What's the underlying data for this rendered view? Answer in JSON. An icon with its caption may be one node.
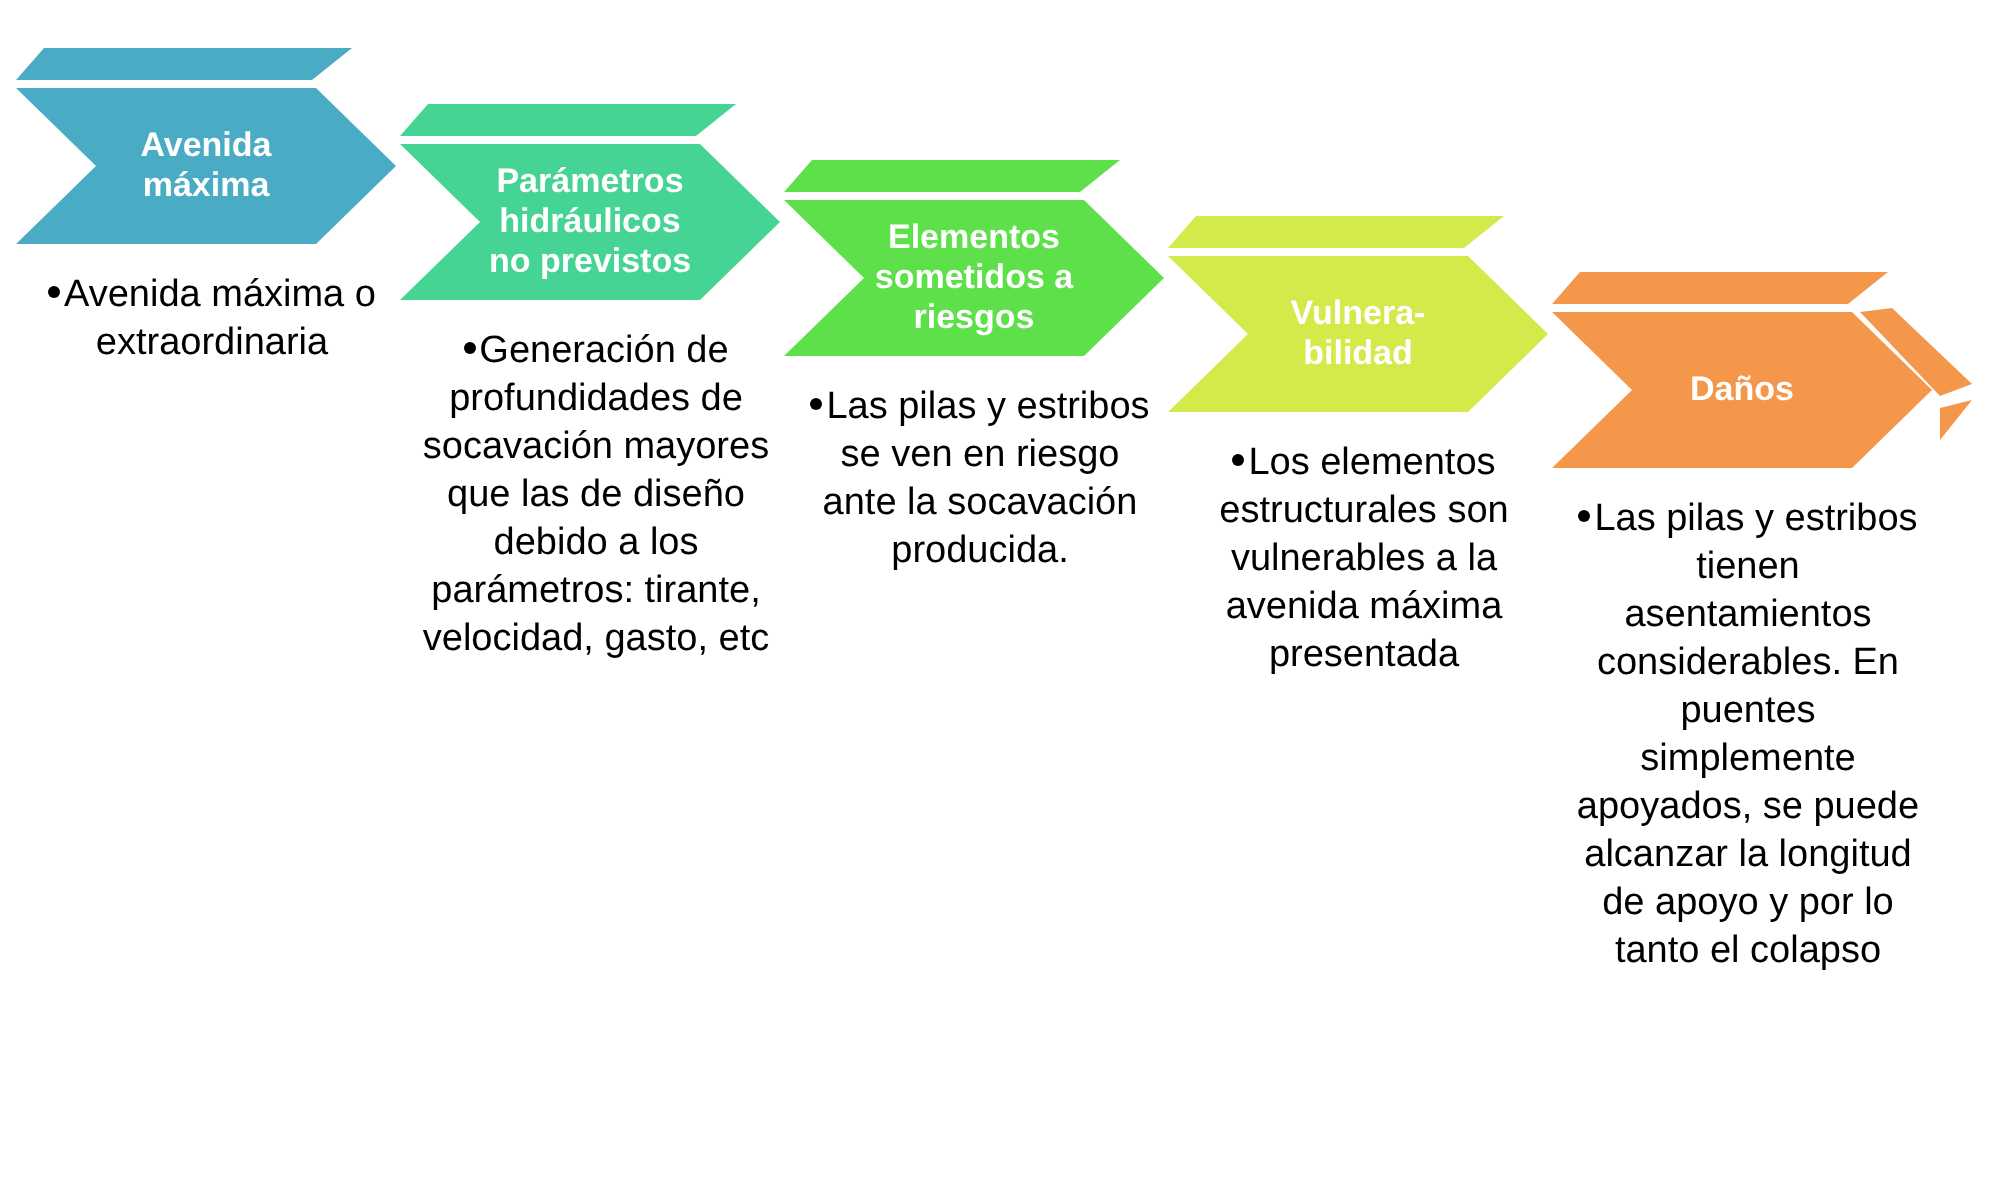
{
  "diagram": {
    "nodes": [
      {
        "text": [
          "Avenida máxima"
        ],
        "beside": [
          "Avenida máxima o extraordinaria"
        ]
      },
      {
        "text": [
          "Parámetros hidráulicos no previstos"
        ],
        "beside": [
          "Generación de profundidades de socavación mayores que las de diseño debido a los parámetros: tirante, velocidad, gasto, etc"
        ]
      },
      {
        "text": [
          "Elementos sometidos a riesgos"
        ],
        "beside": [
          "Las pilas y estribos se ven en riesgo ante la socavación producida."
        ]
      },
      {
        "text": [
          "Vulnera- bilidad"
        ],
        "beside": [
          "Los elementos estructurales son vulnerables a la avenida máxima presentada"
        ]
      },
      {
        "text": [
          "Daños"
        ],
        "beside": [
          "Las pilas y estribos tienen asentamientos considerables. En puentes simplemente apoyados, se puede alcanzar la longitud de apoyo y por lo tanto el colapso"
        ]
      }
    ]
  }
}
